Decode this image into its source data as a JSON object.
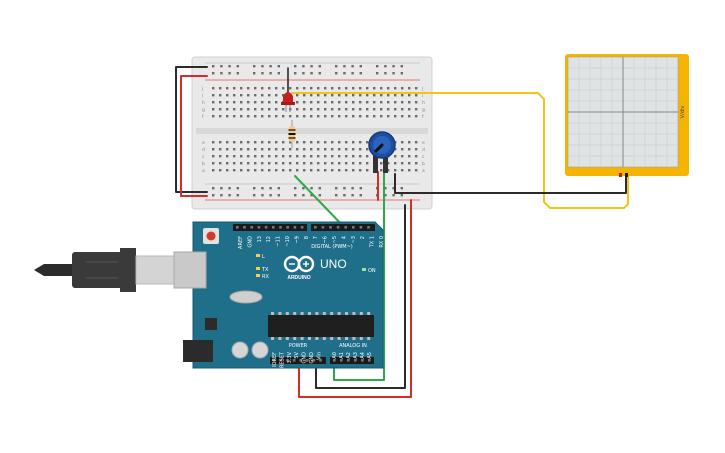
{
  "board": {
    "brand": "ARDUINO",
    "model": "UNO",
    "digital_label": "DIGITAL (PWM~)",
    "power_label": "POWER",
    "analog_label": "ANALOG IN",
    "tx_label": "TX",
    "rx_label": "RX",
    "l_label": "L",
    "on_label": "ON",
    "aref_label": "AREF",
    "gnd_label": "GND",
    "digital_pins": [
      "13",
      "12",
      "~11",
      "~10",
      "~9",
      "8",
      "7",
      "~6",
      "~5",
      "4",
      "~3",
      "2",
      "TX 1",
      "RX 0"
    ],
    "power_pins": [
      "IOREF",
      "RESET",
      "3.3V",
      "5V",
      "GND",
      "GND",
      "Vin"
    ],
    "analog_pins": [
      "A0",
      "A1",
      "A2",
      "A3",
      "A4",
      "A5"
    ]
  },
  "breadboard": {
    "row_letters_top": [
      "a",
      "b",
      "c",
      "d",
      "e"
    ],
    "row_letters_bottom": [
      "f",
      "g",
      "h",
      "i",
      "j"
    ]
  },
  "oscilloscope": {
    "label": "V/div"
  },
  "colors": {
    "board": "#1f6f8b",
    "wire_red": "#d62b2b",
    "wire_black": "#2b2b2b",
    "wire_green": "#2fa84a",
    "wire_yellow": "#f0c419",
    "scope_frame": "#f5b400",
    "led": "#c81e1e",
    "pot": "#1f4e9e"
  }
}
